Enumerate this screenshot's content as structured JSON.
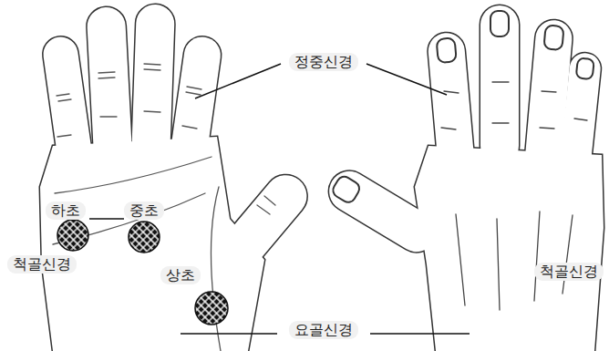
{
  "diagram": {
    "labels": [
      "정중신경",
      "하초",
      "중초",
      "상초",
      "척골신경",
      "척골신경",
      "요골신경"
    ]
  }
}
